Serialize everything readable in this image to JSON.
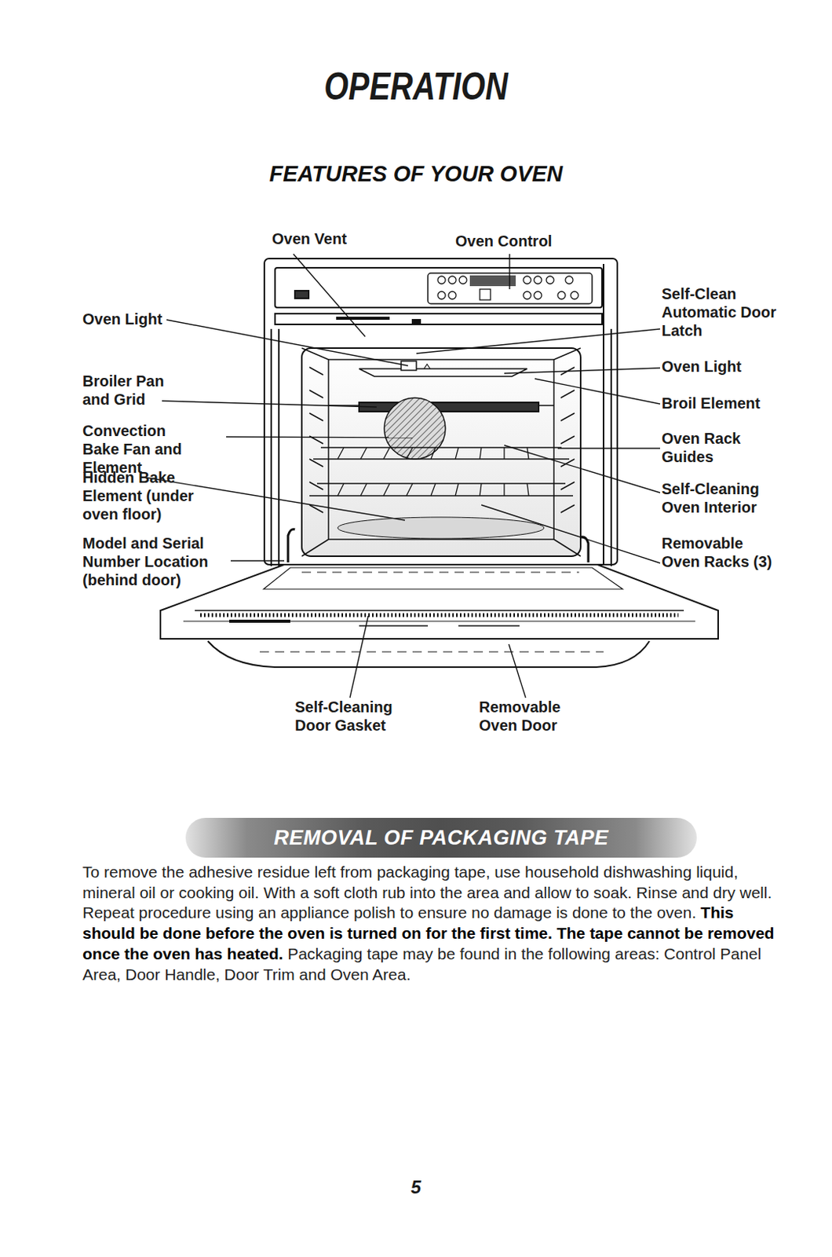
{
  "diagram": {
    "title": "FEATURES OF YOUR OVEN",
    "nodes": [
      {
        "text": [
          "REMOVAL OF PACKAGING TAPE"
        ]
      }
    ],
    "labels": [
      "OPERATION",
      "Oven Vent",
      "Oven Control",
      "Oven Light",
      "Self-Clean Automatic Door Latch",
      "Oven Light",
      "Broiler Pan and Grid",
      "Broil Element",
      "Convection Bake Fan and Element",
      "Oven Rack Guides",
      "Hidden Bake Element (under oven floor)",
      "Self-Cleaning Oven Interior",
      "Model and Serial Number Location (behind door)",
      "Removable Oven Racks (3)",
      "Self-Cleaning Door Gasket",
      "Removable Oven Door",
      "To remove the adhesive residue left from packaging tape, use household dishwashing liquid, mineral oil or cooking oil. With a soft cloth rub into the area and allow to soak. Rinse and dry well. Repeat procedure using an appliance polish to ensure no damage is done to the oven.",
      "This should be done before the oven is turned on for the first time. The tape cannot be removed once the oven has heated.",
      "Packaging tape may be found in the following areas: Control Panel Area, Door Handle, Door Trim and Oven Area.",
      "5"
    ]
  }
}
